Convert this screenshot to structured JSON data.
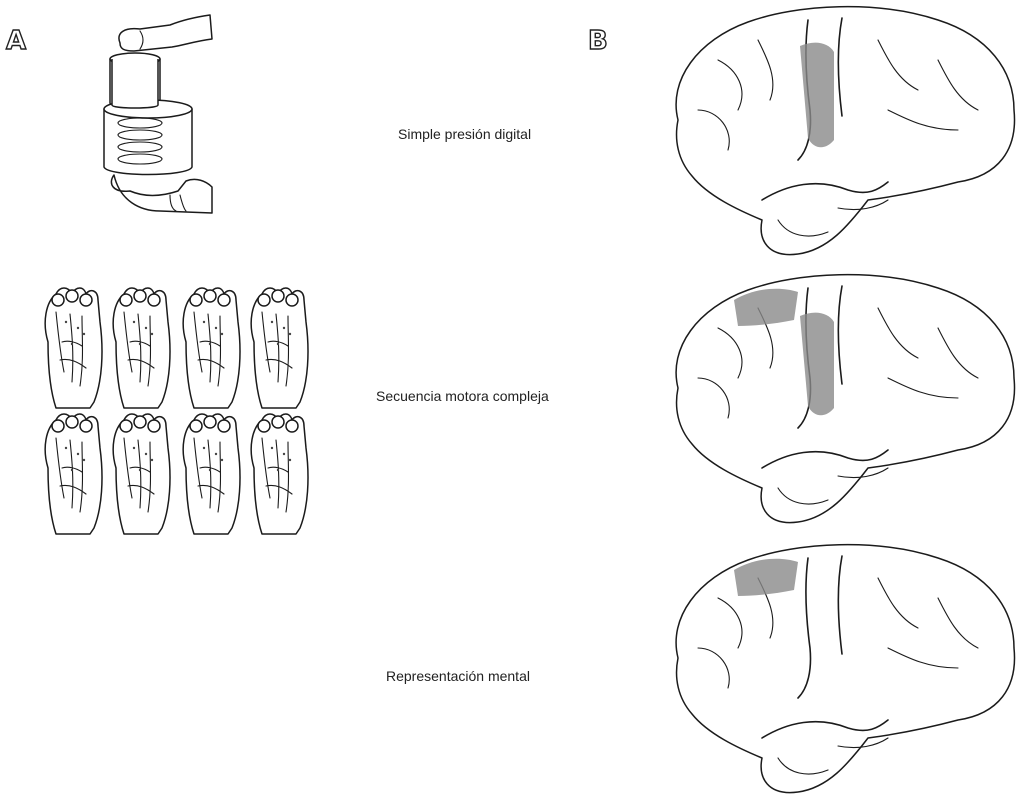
{
  "panels": {
    "a_label": "A",
    "b_label": "B"
  },
  "rows": [
    {
      "caption": "Simple presión digital",
      "task": "spring-press",
      "activated_regions": [
        "motor-strip"
      ]
    },
    {
      "caption": "Secuencia motora compleja",
      "task": "finger-sequence",
      "activated_regions": [
        "motor-strip",
        "supplementary-motor-area"
      ]
    },
    {
      "caption": "Representación mental",
      "task": "mental-imagery",
      "activated_regions": [
        "supplementary-motor-area"
      ]
    }
  ],
  "colors": {
    "ink": "#1b1b1b",
    "hatch": "#7a7a7a",
    "paper": "#ffffff"
  }
}
